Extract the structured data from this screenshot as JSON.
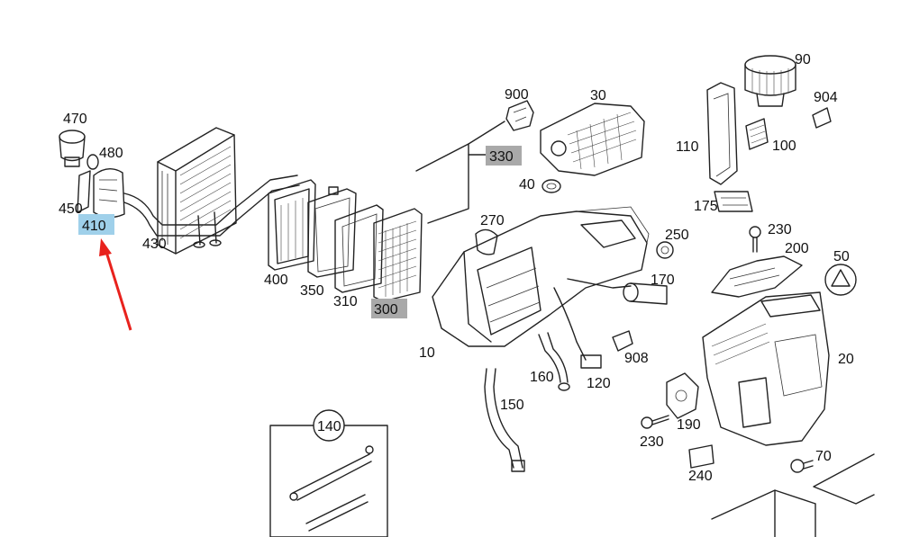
{
  "labels": {
    "p470": "470",
    "p480": "480",
    "p450": "450",
    "p410": "410",
    "p430": "430",
    "p400": "400",
    "p350": "350",
    "p310": "310",
    "p300": "300",
    "p330": "330",
    "p900": "900",
    "p30": "30",
    "p40": "40",
    "p270": "270",
    "p10": "10",
    "p150": "150",
    "p160": "160",
    "p120": "120",
    "p908": "908",
    "p170": "170",
    "p250": "250",
    "p90": "90",
    "p904": "904",
    "p110": "110",
    "p100": "100",
    "p175": "175",
    "p230a": "230",
    "p200": "200",
    "p50": "50",
    "p20": "20",
    "p190": "190",
    "p230b": "230",
    "p240": "240",
    "p70": "70",
    "p140": "140"
  },
  "highlights": {
    "blue": {
      "label": "410",
      "color": "#9fd0ea"
    },
    "grey": [
      "300",
      "330"
    ],
    "grey_color": "#a9a9a9"
  },
  "arrow": {
    "color": "#e8221d",
    "target": "410"
  }
}
